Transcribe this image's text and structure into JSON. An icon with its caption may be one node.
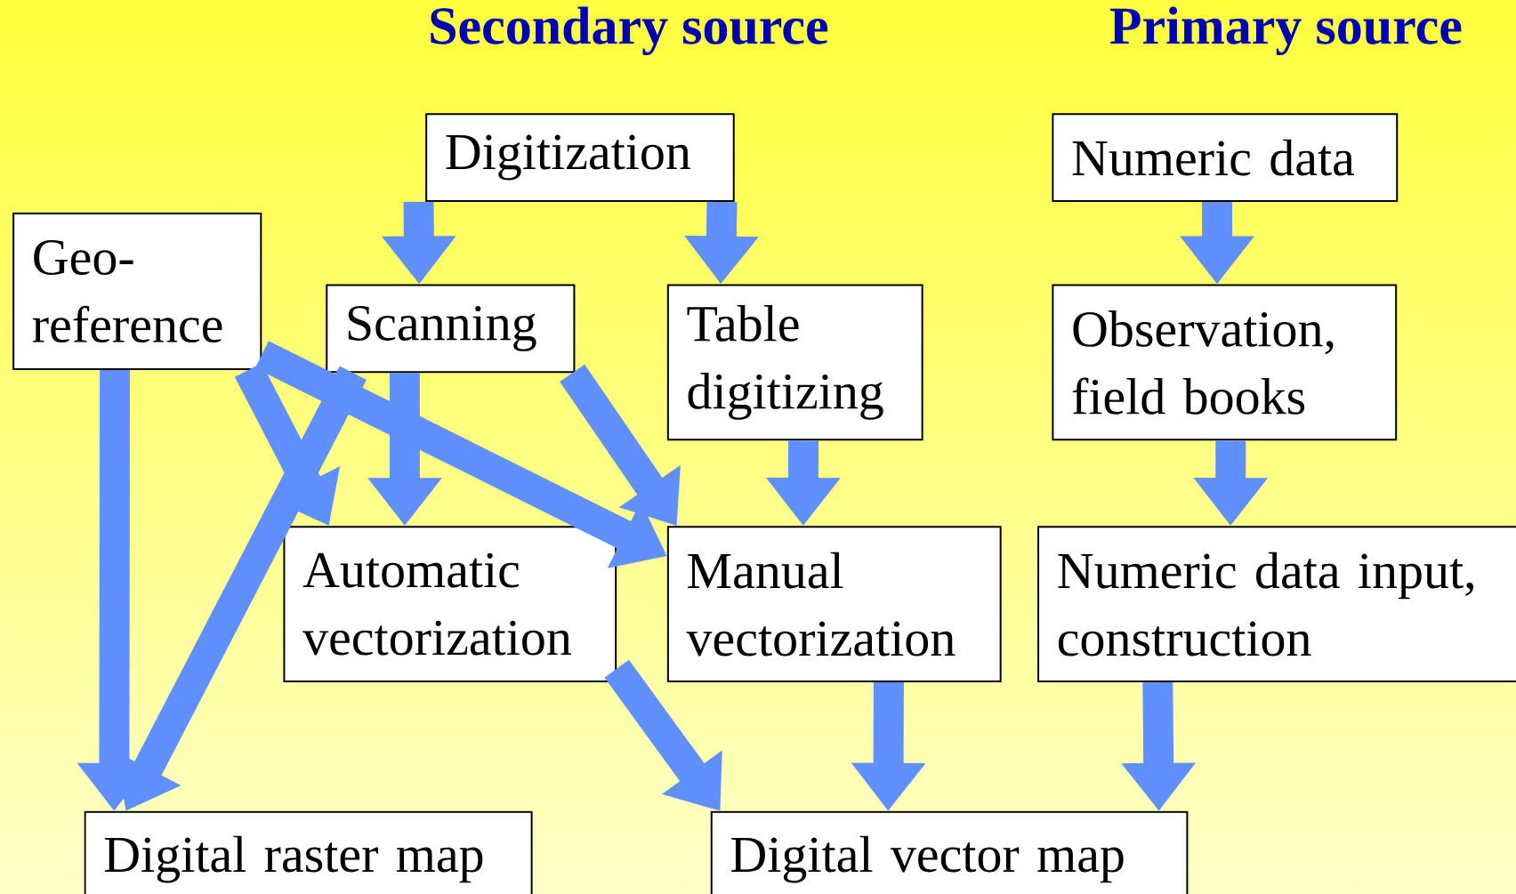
{
  "diagram": {
    "nodes": [
      {
        "text": [
          "Digitization"
        ]
      },
      {
        "text": [
          "Numeric data"
        ]
      },
      {
        "text": [
          "Geo-reference"
        ]
      },
      {
        "text": [
          "Scanning"
        ]
      },
      {
        "text": [
          "Table digitizing"
        ]
      },
      {
        "text": [
          "Observation, field books"
        ]
      },
      {
        "text": [
          "Automatic vectorization"
        ]
      },
      {
        "text": [
          "Manual vectorization"
        ]
      },
      {
        "text": [
          "Numeric data input, construction"
        ]
      },
      {
        "text": [
          "Digital raster map"
        ]
      },
      {
        "text": [
          "Digital vector map"
        ]
      }
    ],
    "edges": [
      {
        "from": 0,
        "to": 3,
        "arrow": "to"
      },
      {
        "from": 0,
        "to": 4,
        "arrow": "to"
      },
      {
        "from": 1,
        "to": 5,
        "arrow": "to"
      },
      {
        "from": 2,
        "to": 9,
        "arrow": "to"
      },
      {
        "from": 2,
        "to": 6,
        "arrow": "to"
      },
      {
        "from": 2,
        "to": 7,
        "arrow": "to"
      },
      {
        "from": 3,
        "to": 6,
        "arrow": "to"
      },
      {
        "from": 3,
        "to": 9,
        "arrow": "to"
      },
      {
        "from": 3,
        "to": 7,
        "arrow": "to"
      },
      {
        "from": 4,
        "to": 7,
        "arrow": "to"
      },
      {
        "from": 5,
        "to": 8,
        "arrow": "to"
      },
      {
        "from": 6,
        "to": 10,
        "arrow": "to"
      },
      {
        "from": 7,
        "to": 10,
        "arrow": "to"
      },
      {
        "from": 8,
        "to": 10,
        "arrow": "to"
      }
    ],
    "labels": [
      "Secondary source",
      "Primary source"
    ]
  }
}
